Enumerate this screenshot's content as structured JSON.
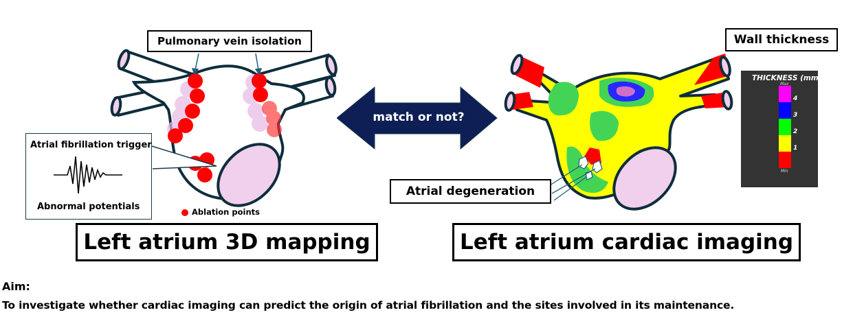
{
  "left_panel": {
    "callout_pvi": "Pulmonary vein isolation",
    "trigger_box": {
      "title": "Atrial fibrillation trigger",
      "caption": "Abnormal potentials"
    },
    "legend_ablation": "Ablation points",
    "title": "Left atrium 3D mapping"
  },
  "center": {
    "arrow_label": "match or not?"
  },
  "right_panel": {
    "callout_wall": "Wall thickness",
    "callout_degeneration": "Atrial degeneration",
    "title": "Left atrium cardiac imaging",
    "scale": {
      "title": "THICKNESS (mm)",
      "max_label": "Max",
      "min_label": "Min",
      "ticks": [
        "4",
        "3",
        "2",
        "1"
      ],
      "bands": [
        {
          "color": "#ff00ff",
          "range": "4–Max"
        },
        {
          "color": "#0000ff",
          "range": "3–4"
        },
        {
          "color": "#00ff00",
          "range": "2–3"
        },
        {
          "color": "#ffff00",
          "range": "1–2"
        },
        {
          "color": "#ff0000",
          "range": "Min–1"
        }
      ]
    }
  },
  "aim": {
    "label": "Aim:",
    "text": "To investigate whether cardiac imaging can predict the origin of atrial fibrillation and the sites involved in its maintenance."
  },
  "colors": {
    "ablation_red": "#ff0000",
    "outline": "#0f2d3c",
    "arrow_navy": "#0d1f55",
    "vein_pink": "#f0d0ec",
    "scale_bg": "#333333"
  }
}
